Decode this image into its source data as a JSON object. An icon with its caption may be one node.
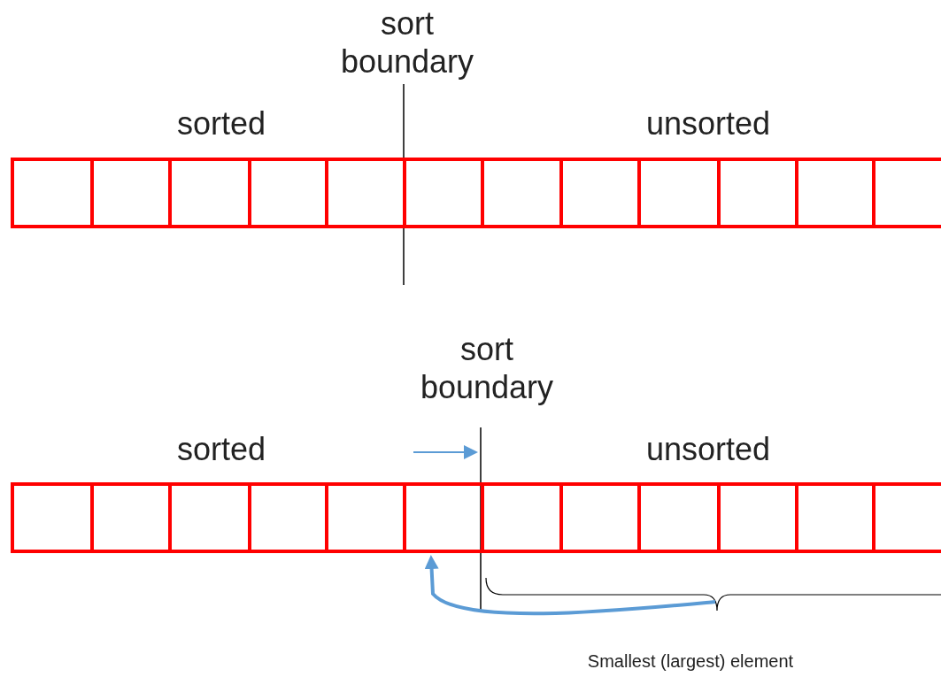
{
  "diagram": {
    "nodes": [
      {
        "text": [],
        "shape": "box"
      },
      {
        "text": [],
        "shape": "box"
      },
      {
        "text": [],
        "shape": "box"
      },
      {
        "text": [],
        "shape": "box"
      },
      {
        "text": [],
        "shape": "box"
      },
      {
        "text": [],
        "shape": "box"
      },
      {
        "text": [],
        "shape": "box"
      },
      {
        "text": [],
        "shape": "box"
      },
      {
        "text": [],
        "shape": "box"
      },
      {
        "text": [],
        "shape": "box"
      },
      {
        "text": [],
        "shape": "box"
      },
      {
        "text": [],
        "shape": "box"
      },
      {
        "text": [],
        "shape": "box"
      },
      {
        "text": [],
        "shape": "box"
      },
      {
        "text": [],
        "shape": "box"
      },
      {
        "text": [],
        "shape": "box"
      },
      {
        "text": [],
        "shape": "box"
      },
      {
        "text": [],
        "shape": "box"
      },
      {
        "text": [],
        "shape": "box"
      },
      {
        "text": [],
        "shape": "box"
      },
      {
        "text": [],
        "shape": "box"
      },
      {
        "text": [],
        "shape": "box"
      },
      {
        "text": [],
        "shape": "box"
      },
      {
        "text": [],
        "shape": "box"
      }
    ],
    "edges": [
      {
        "from": null,
        "to": 17,
        "arrow": "to",
        "color": "#5b9bd5"
      }
    ],
    "labels": [
      "sort boundary",
      "sorted",
      "unsorted",
      "sort boundary",
      "sorted",
      "unsorted",
      "Smallest (largest) element"
    ]
  }
}
